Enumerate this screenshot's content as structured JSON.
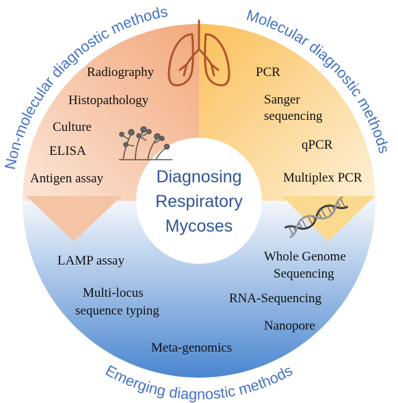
{
  "arc_labels": {
    "non_molecular": "Non-molecular diagnostic methods",
    "molecular": "Molecular diagnostic methods",
    "emerging": "Emerging diagnostic methods"
  },
  "center": {
    "line1": "Diagnosing",
    "line2": "Respiratory",
    "line3": "Mycoses"
  },
  "non_molecular": {
    "items": [
      "Radiography",
      "Histopathology",
      "Culture",
      "ELISA",
      "Antigen assay"
    ]
  },
  "molecular": {
    "items": [
      "PCR",
      "Sanger",
      "sequencing",
      "qPCR",
      "Multiplex PCR"
    ]
  },
  "emerging": {
    "items": [
      "LAMP assay",
      "Multi-locus",
      "sequence typing",
      "Meta-genomics",
      "Whole Genome",
      "Sequencing",
      "RNA-Sequencing",
      "Nanopore"
    ]
  },
  "colors": {
    "orange": "#f0a57a",
    "orange_light": "#fbe3d4",
    "yellow": "#fbc25a",
    "yellow_light": "#fdf0d4",
    "blue": "#4a86d0",
    "blue_light": "#e8eff8",
    "text_blue": "#4472c4",
    "center_text": "#2f5597",
    "lung": "#b0532c"
  },
  "icons": [
    "lungs-icon",
    "fungus-icon",
    "dna-icon"
  ]
}
